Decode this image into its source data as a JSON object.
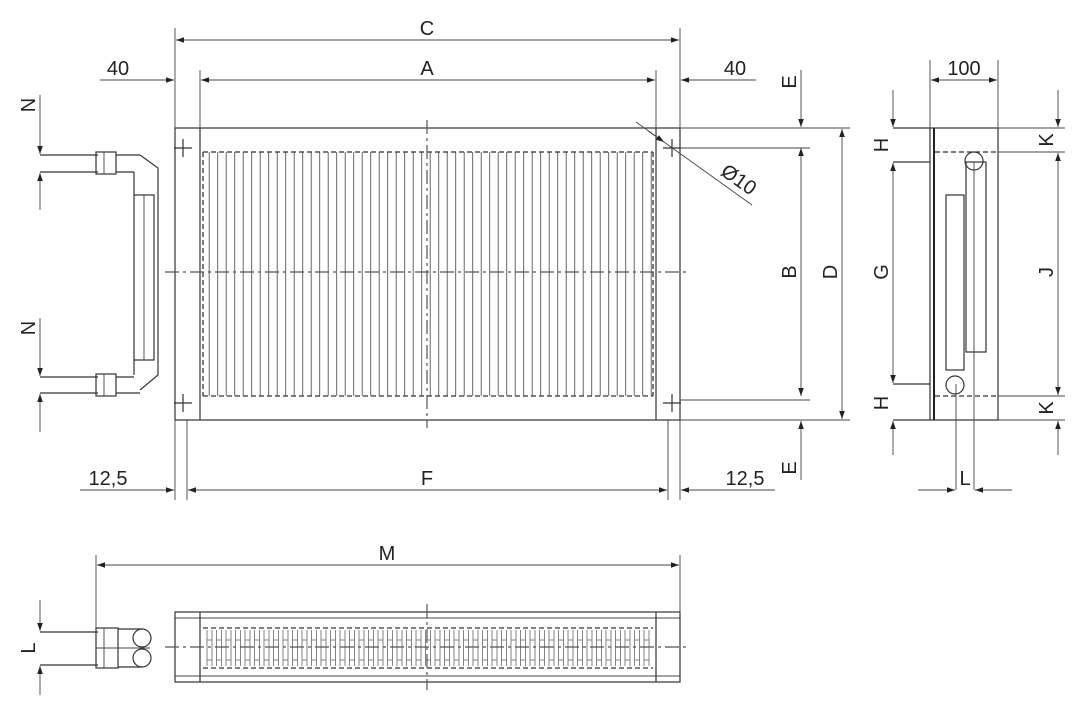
{
  "dimensions": {
    "c": "C",
    "a": "A",
    "margin_left": "40",
    "margin_right": "40",
    "depth": "100",
    "e_top": "E",
    "e_bottom": "E",
    "n_top": "N",
    "n_bottom": "N",
    "h_top": "H",
    "h_bottom": "H",
    "k_top": "K",
    "k_bottom": "K",
    "b": "B",
    "d": "D",
    "g": "G",
    "j": "J",
    "f": "F",
    "offset_left": "12,5",
    "offset_right": "12,5",
    "l_side": "L",
    "l_bottom": "L",
    "m": "M",
    "hole": "Ø10"
  }
}
